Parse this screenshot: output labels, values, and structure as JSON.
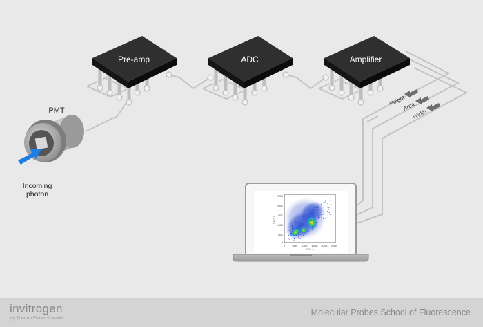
{
  "diagram": {
    "chips": [
      {
        "label": "Pre-amp"
      },
      {
        "label": "ADC"
      },
      {
        "label": "Amplifier"
      }
    ],
    "pmt_label": "PMT",
    "photon_label_line1": "Incoming",
    "photon_label_line2": "photon",
    "signals": [
      {
        "label": "Height"
      },
      {
        "label": "Area"
      },
      {
        "label": "Width"
      }
    ],
    "plot": {
      "y_ticks": [
        "250K",
        "200K",
        "150K",
        "100K",
        "50K",
        "0"
      ],
      "x_ticks": [
        "0",
        "50K",
        "100K",
        "150K",
        "200K",
        "250K"
      ],
      "x_axis_label": "FSC-A",
      "y_axis_label": "SSC-A"
    }
  },
  "footer": {
    "brand": "invitrogen",
    "brand_sub": "by Thermo Fisher Scientific",
    "tagline": "Molecular Probes School of Fluorescence"
  },
  "colors": {
    "background": "#e9e9e9",
    "chip_top": "#2e2e2e",
    "chip_side": "#141414",
    "trace": "#c6c6c6",
    "photon_arrow": "#1e7ee6",
    "footer": "#d4d4d4"
  }
}
